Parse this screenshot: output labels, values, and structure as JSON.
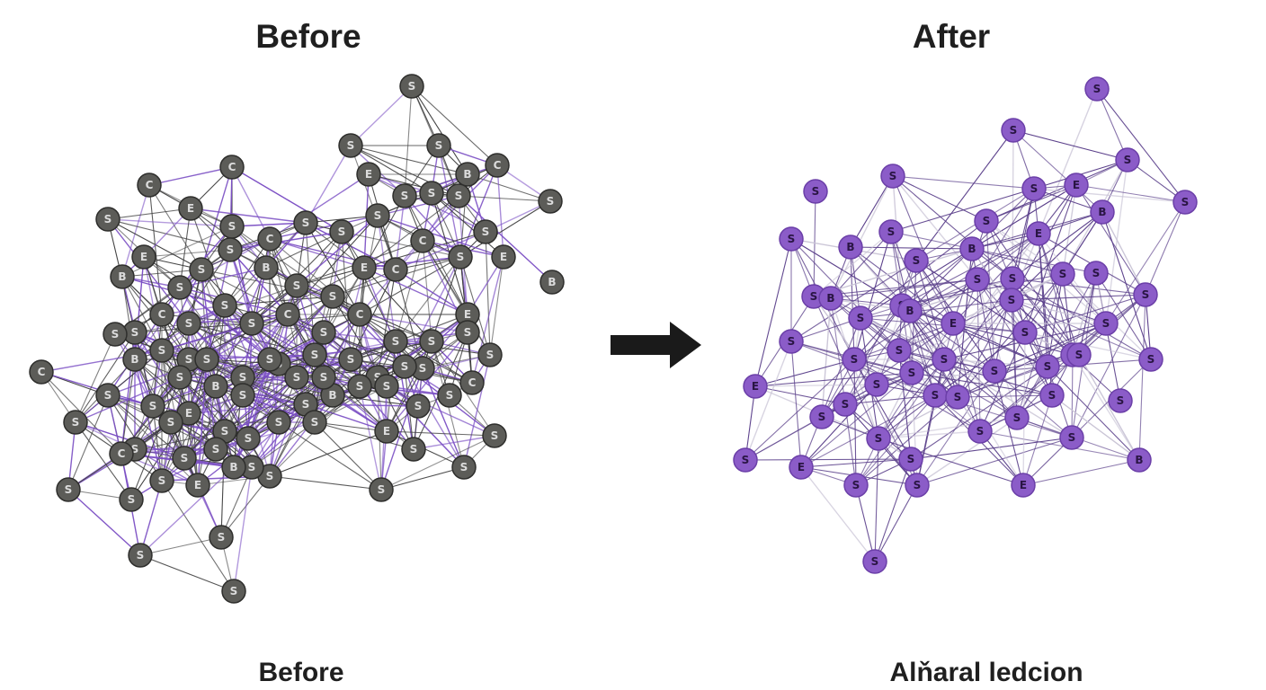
{
  "titles": {
    "before_top": "Before",
    "after_top": "After",
    "before_bottom": "Before",
    "after_bottom": "Alňaral ledcion"
  },
  "colors": {
    "before_node": "#5c5c58",
    "before_node_border": "#2e2e2c",
    "before_edge": "#3f3f3f",
    "before_edge_accent": "#7b4fc4",
    "after_node": "#8b5cc8",
    "after_node_border": "#6b3fa8",
    "after_edge": "#5a3f8a",
    "arrow": "#1a1a1a"
  },
  "icons": {
    "transition": "right-arrow-icon"
  },
  "graphs": {
    "before": {
      "node_label": "S",
      "node_labels": [
        "S",
        "C",
        "C",
        "S",
        "E",
        "S",
        "S",
        "E",
        "B",
        "C",
        "S",
        "B",
        "E",
        "S",
        "C",
        "S",
        "S",
        "S",
        "S",
        "S",
        "S",
        "S",
        "E",
        "B",
        "S",
        "C",
        "C",
        "E",
        "S",
        "S",
        "B",
        "S",
        "S",
        "S",
        "C",
        "S",
        "S",
        "S",
        "S",
        "C",
        "S",
        "C",
        "S",
        "S",
        "E",
        "S",
        "S",
        "S",
        "S",
        "S",
        "S",
        "S",
        "S",
        "S",
        "B",
        "S",
        "S",
        "C",
        "S",
        "S",
        "E",
        "S",
        "S",
        "S",
        "S",
        "B",
        "S",
        "S",
        "S",
        "S",
        "C",
        "S",
        "S",
        "E",
        "S",
        "S",
        "S",
        "S",
        "S",
        "S",
        "S",
        "C",
        "S",
        "S",
        "S",
        "S",
        "S",
        "S",
        "S",
        "S",
        "S",
        "B",
        "S",
        "S",
        "S",
        "S",
        "S",
        "S",
        "E",
        "B",
        "S"
      ]
    },
    "after": {
      "node_label": "S",
      "node_labels": [
        "S",
        "S",
        "S",
        "S",
        "E",
        "S",
        "S",
        "B",
        "S",
        "B",
        "S",
        "S",
        "E",
        "B",
        "S",
        "S",
        "S",
        "S",
        "S",
        "S",
        "S",
        "B",
        "S",
        "B",
        "S",
        "S",
        "S",
        "S",
        "S",
        "S",
        "S",
        "S",
        "E",
        "S",
        "S",
        "S",
        "S",
        "S",
        "S",
        "S",
        "S",
        "E",
        "S",
        "B",
        "S",
        "S",
        "E",
        "S",
        "S",
        "S",
        "S",
        "S",
        "S",
        "S",
        "S",
        "S",
        "E",
        "S",
        "S",
        "S"
      ]
    }
  }
}
